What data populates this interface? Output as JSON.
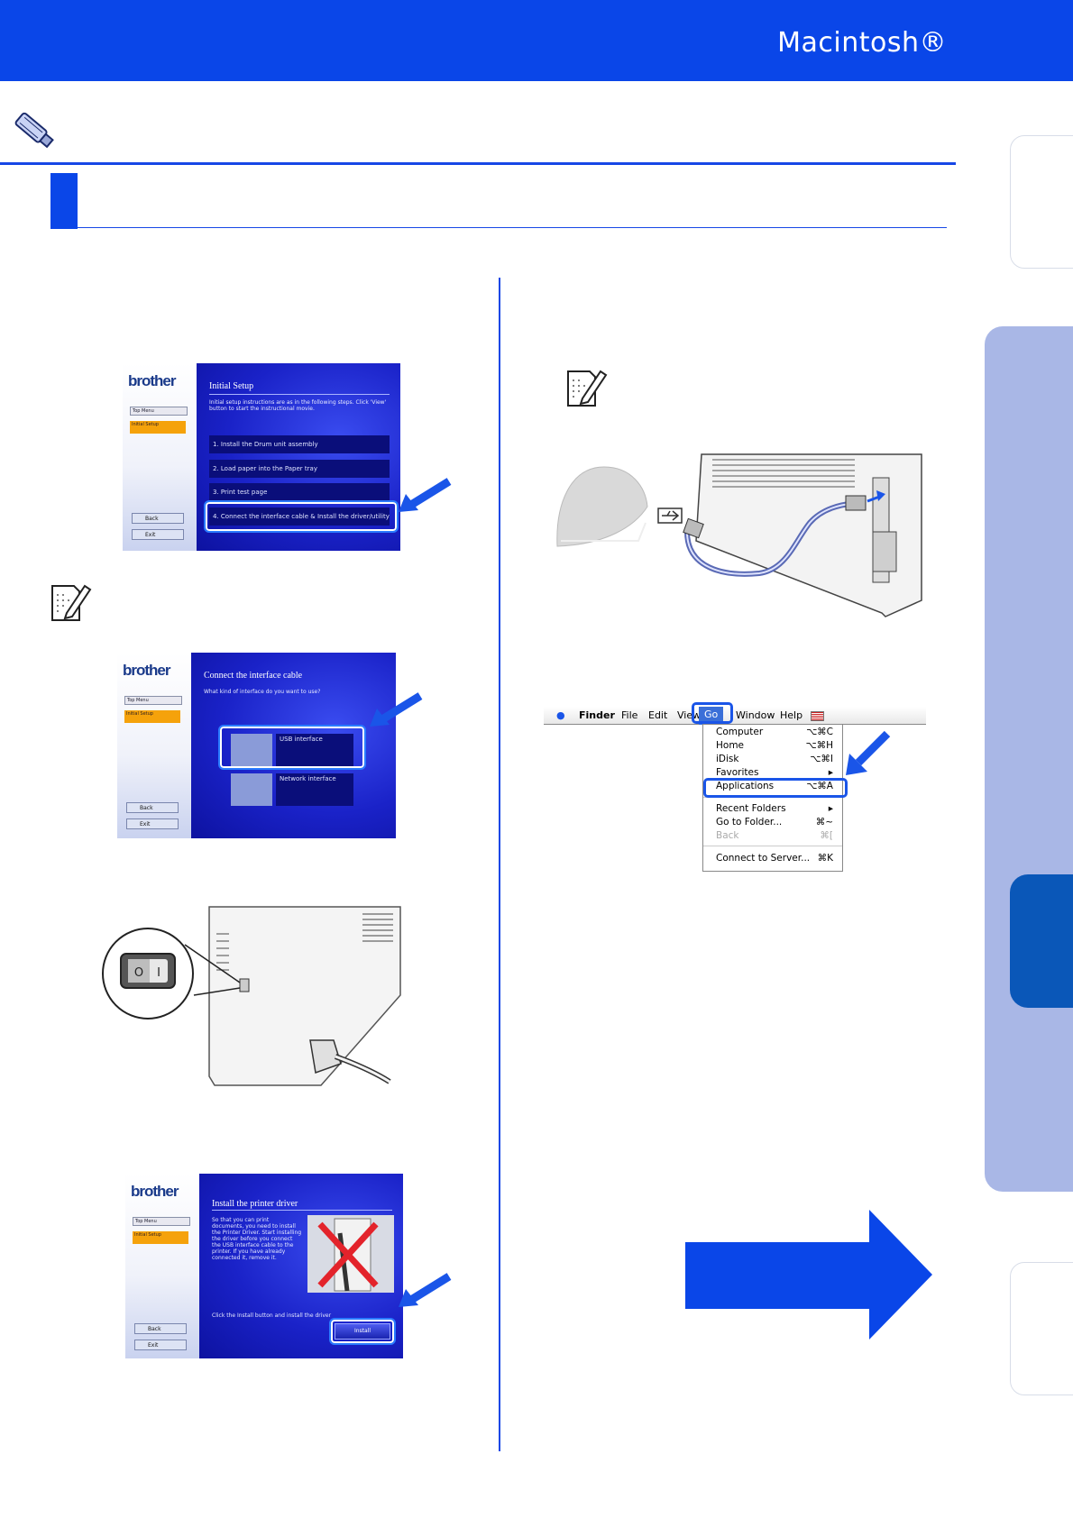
{
  "header": {
    "title": "Macintosh®"
  },
  "shot1": {
    "brand": "brother",
    "top_menu": "Top Menu",
    "initial_setup": "Initial Setup",
    "back": "Back",
    "exit": "Exit",
    "title": "Initial Setup",
    "description": "Initial setup instructions are as in the following steps. Click 'View' button to start the instructional movie.",
    "items": [
      "1. Install the Drum unit assembly",
      "2. Load paper into the Paper tray",
      "3. Print test page",
      "4. Connect the interface cable & Install the driver/utility"
    ]
  },
  "shot2": {
    "brand": "brother",
    "top_menu": "Top Menu",
    "initial_setup": "Initial Setup",
    "back": "Back",
    "exit": "Exit",
    "title": "Connect the interface cable",
    "description": "What kind of interface do you want to use?",
    "usb": "USB interface",
    "network": "Network interface"
  },
  "shot3": {
    "brand": "brother",
    "top_menu": "Top Menu",
    "initial_setup": "Initial Setup",
    "back": "Back",
    "exit": "Exit",
    "title": "Install the printer driver",
    "description": "So that you can print documents, you need to install the Printer Driver. Start installing the driver before you connect the USB interface cable to the printer. If you have already connected it, remove it.",
    "instruction": "Click the Install button and install the driver",
    "install": "Install"
  },
  "power_switch": {
    "off": "O",
    "on": "I"
  },
  "mac_menu": {
    "menubar": [
      "Finder",
      "File",
      "Edit",
      "View",
      "Go",
      "Window",
      "Help"
    ],
    "items": [
      {
        "label": "Computer",
        "shortcut": "⌥⌘C"
      },
      {
        "label": "Home",
        "shortcut": "⌥⌘H"
      },
      {
        "label": "iDisk",
        "shortcut": "⌥⌘I"
      },
      {
        "label": "Favorites",
        "shortcut": "▸"
      },
      {
        "label": "Applications",
        "shortcut": "⌥⌘A"
      },
      {
        "label": "Recent Folders",
        "shortcut": "▸"
      },
      {
        "label": "Go to Folder...",
        "shortcut": "⌘~"
      },
      {
        "label": "Back",
        "shortcut": "⌘["
      },
      {
        "label": "Connect to Server...",
        "shortcut": "⌘K"
      }
    ]
  },
  "colors": {
    "brand_blue": "#0a46e8",
    "tab_light": "#a9b7e6",
    "tab_dark": "#0a57b8",
    "highlight_orange": "#f5a20b"
  },
  "icons": [
    "usb-cable-icon",
    "note-pencil-icon",
    "next-page-arrow-icon",
    "usb-symbol-icon",
    "apple-icon",
    "flag-icon"
  ]
}
